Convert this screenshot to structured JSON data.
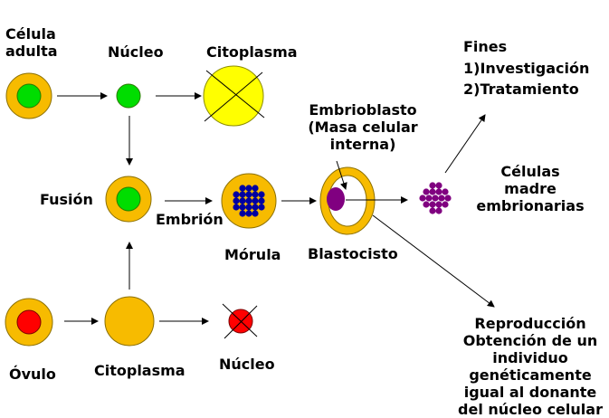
{
  "labels": {
    "celula_adulta_line1": "Célula",
    "celula_adulta_line2": "adulta",
    "nucleo_top": "Núcleo",
    "citoplasma_top": "Citoplasma",
    "fines_title": "Fines",
    "fines_1_num": "1)",
    "fines_1_text": "Investigación",
    "fines_2_num": "2)",
    "fines_2_text": "Tratamiento",
    "embrioblasto_line1": "Embrioblasto",
    "embrioblasto_line2": "(Masa celular",
    "embrioblasto_line3": "interna)",
    "fusion": "Fusión",
    "embrion": "Embrión",
    "morula": "Mórula",
    "blastocisto": "Blastocisto",
    "celulas_madre_line1": "Células",
    "celulas_madre_line2": "madre",
    "celulas_madre_line3": "embrionarias",
    "ovulo": "Óvulo",
    "citoplasma_bottom": "Citoplasma",
    "nucleo_bottom": "Núcleo",
    "reproduccion_line1": "Reproducción",
    "reproduccion_line2": "Obtención de un",
    "reproduccion_line3": "individuo",
    "reproduccion_line4": "genéticamente",
    "reproduccion_line5": "igual al donante",
    "reproduccion_line6": "del núcleo celular"
  },
  "colors": {
    "cytoplasm": "#f7bb00",
    "yellow_cytoplasm": "#ffff00",
    "nucleus_green": "#00dd00",
    "nucleus_red": "#ff0000",
    "morula_cells": "#0000a0",
    "embryoblast": "#800080",
    "stem_cells": "#800080",
    "outline": "#8c7000",
    "arrows": "#000000"
  }
}
